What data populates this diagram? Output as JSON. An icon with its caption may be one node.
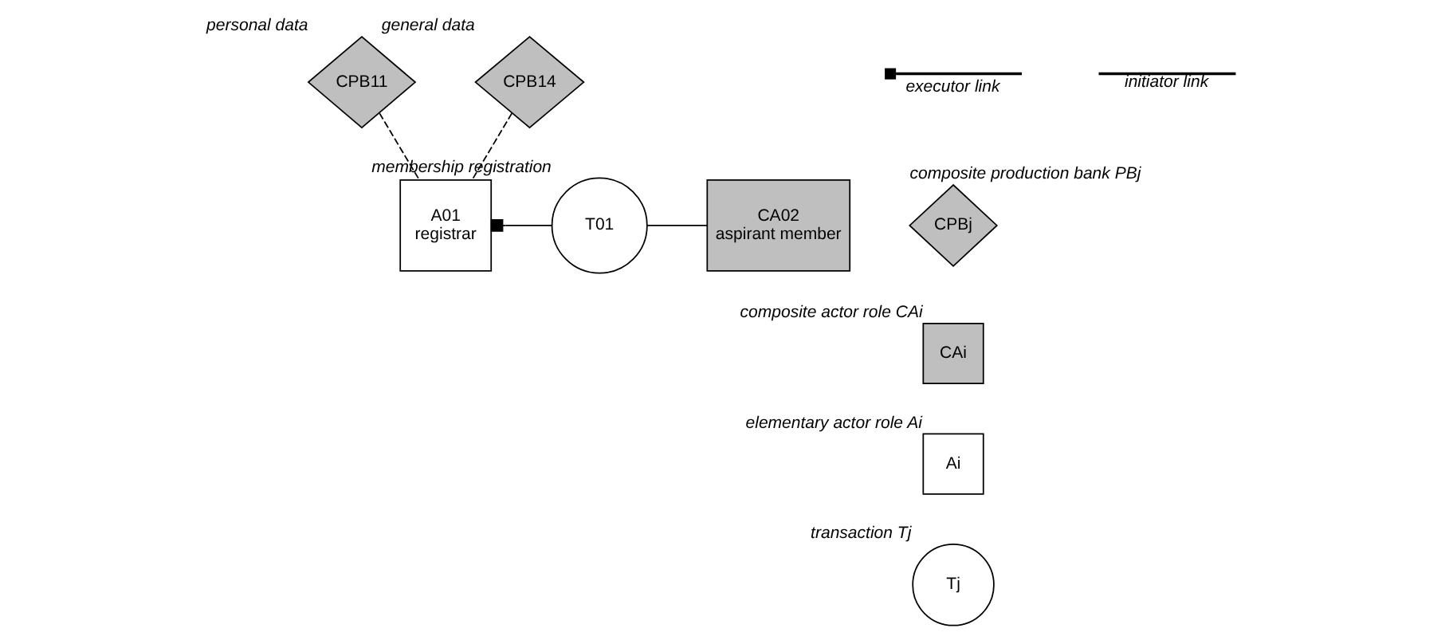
{
  "diagram": {
    "nodes": [
      {
        "text": [
          "CPB11"
        ],
        "beside": [
          "personal data"
        ]
      },
      {
        "text": [
          "CPB14"
        ],
        "beside": [
          "general data"
        ]
      },
      {
        "text": [
          "A01",
          "registrar"
        ]
      },
      {
        "text": [
          "T01"
        ],
        "beside": [
          "membership registration"
        ]
      },
      {
        "text": [
          "CA02",
          "aspirant member"
        ]
      },
      {
        "text": [
          "CPBj"
        ],
        "beside": [
          "composite production bank PBj"
        ]
      },
      {
        "text": [
          "CAi"
        ],
        "beside": [
          "composite actor role CAi"
        ]
      },
      {
        "text": [
          "Ai"
        ],
        "beside": [
          "elementary actor role Ai"
        ]
      },
      {
        "text": [
          "Tj"
        ],
        "beside": [
          "transaction Tj"
        ]
      }
    ],
    "edges": [
      {
        "from": 0,
        "to": 2,
        "arrow": "none",
        "style": "dashed"
      },
      {
        "from": 1,
        "to": 2,
        "arrow": "none",
        "style": "dashed"
      },
      {
        "from": 2,
        "to": 3,
        "arrow": "other"
      },
      {
        "from": 3,
        "to": 4,
        "arrow": "none"
      }
    ],
    "legend": [
      {
        "text": "executor link"
      },
      {
        "text": "initiator link"
      }
    ]
  }
}
